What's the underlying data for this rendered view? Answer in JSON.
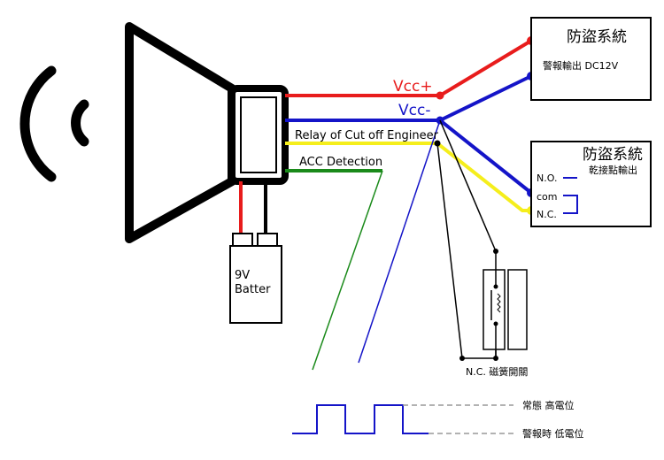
{
  "wires": {
    "vcc_plus": "Vcc+",
    "vcc_minus": "Vcc-",
    "relay": "Relay of Cut off Engineer",
    "acc": "ACC Detection"
  },
  "battery": {
    "line1": "9V",
    "line2": "Batter"
  },
  "alarm_box_1": {
    "title": "防盜系統",
    "subtitle": "警報輸出 DC12V"
  },
  "alarm_box_2": {
    "title": "防盜系統",
    "subtitle": "乾接點輸出",
    "no_label": "N.O.",
    "com_label": "com",
    "nc_label": "N.C."
  },
  "magnetic_switch": {
    "label": "N.C. 磁簧開關"
  },
  "signal_legend": {
    "high_label": "常態 高電位",
    "low_label": "警報時 低電位"
  },
  "colors": {
    "red": "#e81c1c",
    "blue": "#1414c8",
    "yellow": "#f5ee1c",
    "green": "#1a8a1a",
    "black": "#000000"
  }
}
